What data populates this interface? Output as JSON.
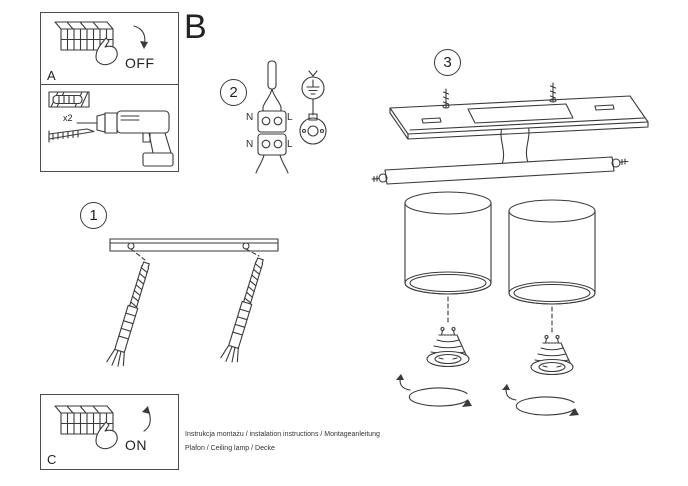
{
  "sheet": {
    "background": "#ffffff",
    "ink": "#3a3a3a"
  },
  "panels": {
    "a": {
      "label": "A",
      "state": "OFF"
    },
    "tools": {
      "count": "x2"
    },
    "c": {
      "label": "C",
      "state": "ON"
    }
  },
  "section_label": "B",
  "step_markers": {
    "one": "1",
    "two": "2",
    "three": "3"
  },
  "wiring_labels": {
    "n_top": "N",
    "l_top": "L",
    "n_bottom": "N",
    "l_bottom": "L"
  },
  "footer": {
    "line1": "Instrukcja montażu / instalation instructions / Montageanleitung",
    "line2": "Plafon / Ceiling lamp / Decke"
  }
}
